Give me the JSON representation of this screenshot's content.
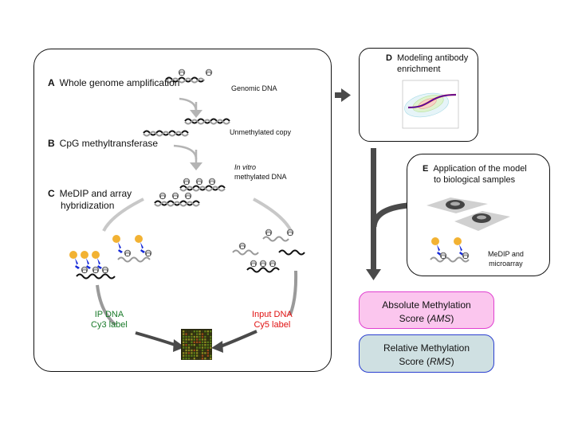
{
  "panel_main": {
    "step_a": {
      "letter": "A",
      "label": "Whole genome amplification"
    },
    "step_b": {
      "letter": "B",
      "label": "CpG methyltransferase"
    },
    "step_c": {
      "letter": "C",
      "label_line1": "MeDIP and array",
      "label_line2": "hybridization"
    },
    "genomic_dna": "Genomic DNA",
    "unmethylated_copy": "Unmethylated copy",
    "in_vitro_line1": "In vitro",
    "in_vitro_line2": "methylated DNA",
    "ip_dna_line1": "IP DNA",
    "ip_dna_line2": "Cy3 label",
    "input_dna_line1": "Input DNA",
    "input_dna_line2": "Cy5 label"
  },
  "panel_d": {
    "letter": "D",
    "label_line1": "Modeling antibody",
    "label_line2": "enrichment"
  },
  "panel_e": {
    "letter": "E",
    "label_line1": "Application of the model",
    "label_line2": "to biological samples",
    "medip_line1": "MeDIP and",
    "medip_line2": "microarray"
  },
  "scores": {
    "ams": {
      "line1": "Absolute Methylation",
      "line2_prefix": "Score (",
      "abbr": "AMS",
      "line2_suffix": ")"
    },
    "rms": {
      "line1": "Relative Methylation",
      "line2_prefix": "Score (",
      "abbr": "RMS",
      "line2_suffix": ")"
    }
  },
  "colors": {
    "ip_green": "#1a7a2a",
    "input_red": "#e01010",
    "ams_fill": "#fbc6ee",
    "ams_border": "#e040d0",
    "rms_fill": "#cfe0e2",
    "rms_border": "#2b3fd0",
    "arrow_dark": "#4a4a4a",
    "arrow_light": "#b4b4b4",
    "antibody_blue": "#1428d8",
    "bead_orange": "#f2b233"
  }
}
